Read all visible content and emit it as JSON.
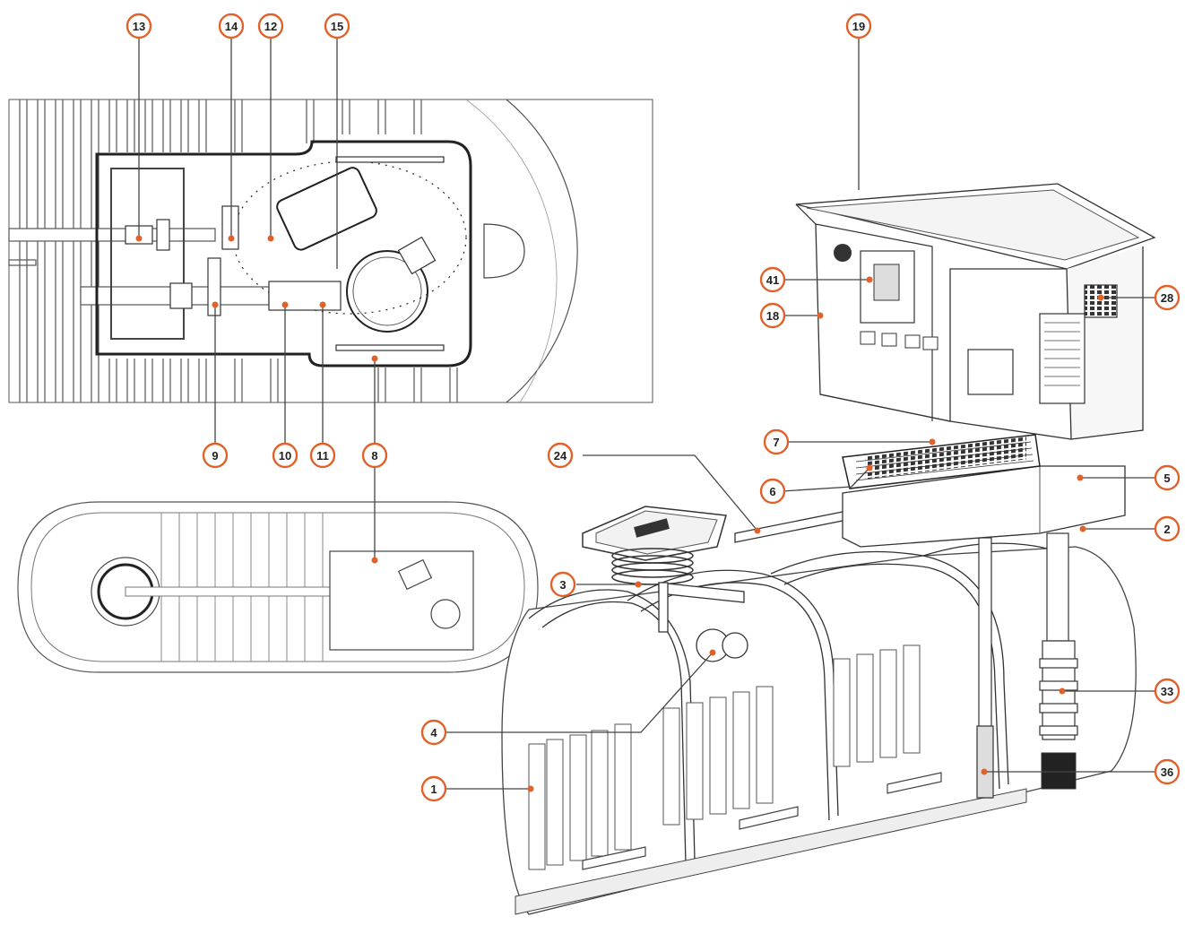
{
  "colors": {
    "accent": "#e0622a",
    "line": "#3a3a3a",
    "light_line": "#9a9a9a",
    "background": "#ffffff"
  },
  "callouts": [
    {
      "id": "c13",
      "label": "13"
    },
    {
      "id": "c14",
      "label": "14"
    },
    {
      "id": "c12",
      "label": "12"
    },
    {
      "id": "c15",
      "label": "15"
    },
    {
      "id": "c19",
      "label": "19"
    },
    {
      "id": "c9",
      "label": "9"
    },
    {
      "id": "c10",
      "label": "10"
    },
    {
      "id": "c11",
      "label": "11"
    },
    {
      "id": "c8",
      "label": "8"
    },
    {
      "id": "c41",
      "label": "41"
    },
    {
      "id": "c18",
      "label": "18"
    },
    {
      "id": "c28",
      "label": "28"
    },
    {
      "id": "c7",
      "label": "7"
    },
    {
      "id": "c24",
      "label": "24"
    },
    {
      "id": "c6",
      "label": "6"
    },
    {
      "id": "c5",
      "label": "5"
    },
    {
      "id": "c2",
      "label": "2"
    },
    {
      "id": "c3",
      "label": "3"
    },
    {
      "id": "c33",
      "label": "33"
    },
    {
      "id": "c4",
      "label": "4"
    },
    {
      "id": "c36",
      "label": "36"
    },
    {
      "id": "c1",
      "label": "1"
    }
  ]
}
